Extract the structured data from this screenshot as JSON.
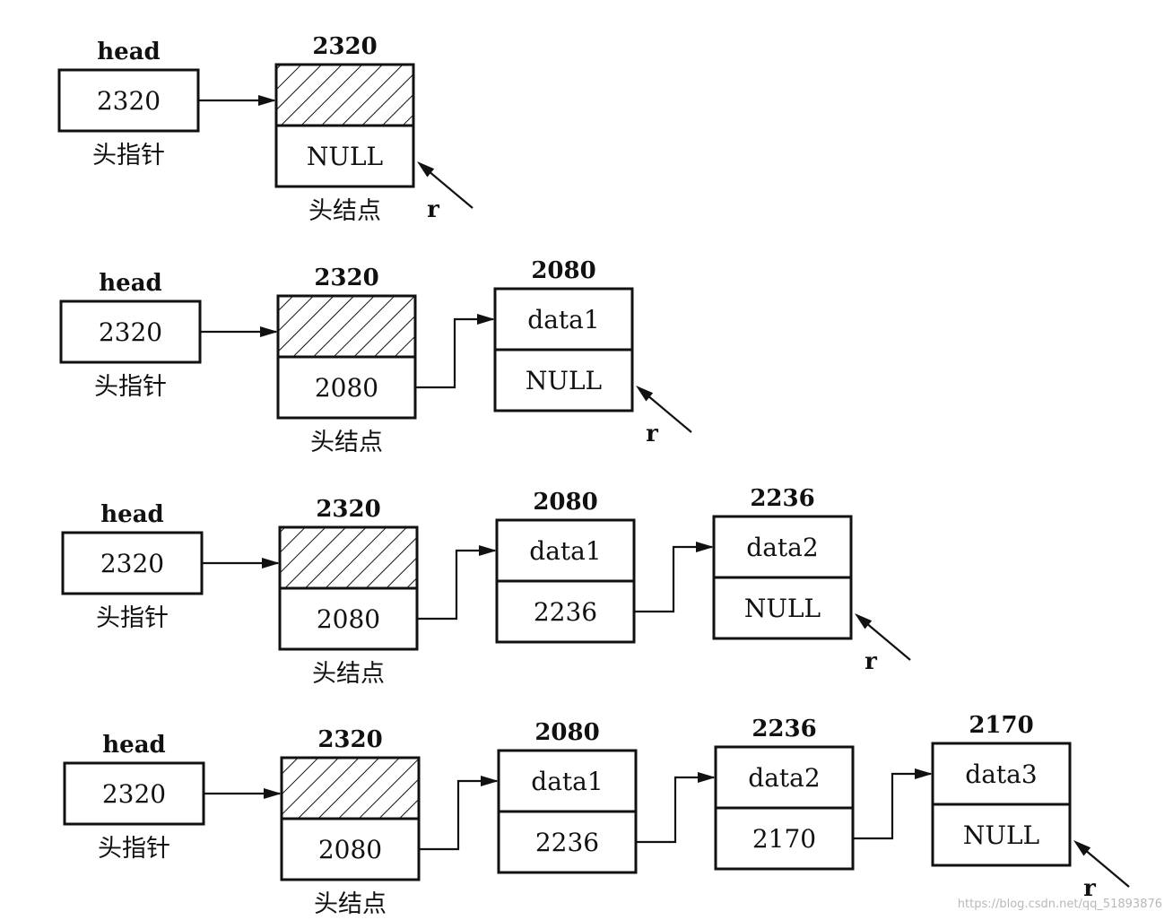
{
  "labels": {
    "head": "head",
    "head_pointer": "头指针",
    "head_node": "头结点",
    "tail_pointer": "r"
  },
  "rows": [
    {
      "head_value": "2320",
      "nodes": [
        {
          "address": "2320",
          "data": "",
          "next": "NULL",
          "hatched": true
        }
      ]
    },
    {
      "head_value": "2320",
      "nodes": [
        {
          "address": "2320",
          "data": "",
          "next": "2080",
          "hatched": true
        },
        {
          "address": "2080",
          "data": "data1",
          "next": "NULL",
          "hatched": false
        }
      ]
    },
    {
      "head_value": "2320",
      "nodes": [
        {
          "address": "2320",
          "data": "",
          "next": "2080",
          "hatched": true
        },
        {
          "address": "2080",
          "data": "data1",
          "next": "2236",
          "hatched": false
        },
        {
          "address": "2236",
          "data": "data2",
          "next": "NULL",
          "hatched": false
        }
      ]
    },
    {
      "head_value": "2320",
      "nodes": [
        {
          "address": "2320",
          "data": "",
          "next": "2080",
          "hatched": true
        },
        {
          "address": "2080",
          "data": "data1",
          "next": "2236",
          "hatched": false
        },
        {
          "address": "2236",
          "data": "data2",
          "next": "2170",
          "hatched": false
        },
        {
          "address": "2170",
          "data": "data3",
          "next": "NULL",
          "hatched": false
        }
      ]
    }
  ],
  "watermark": "https://blog.csdn.net/qq_51893876",
  "colors": {
    "ink": "#111111",
    "background": "#ffffff",
    "watermark": "#b8b8b8"
  }
}
